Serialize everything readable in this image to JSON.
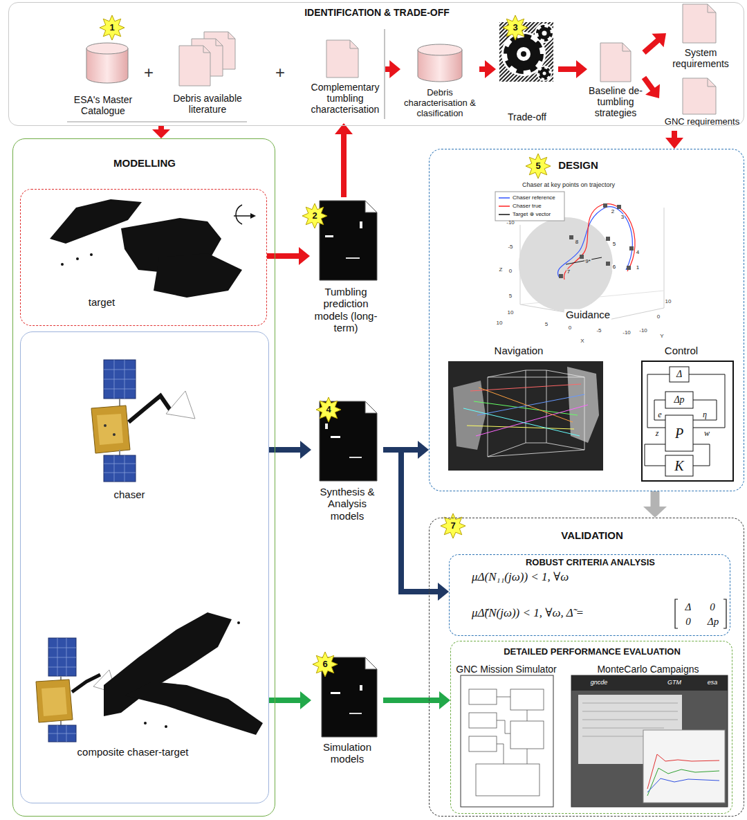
{
  "diagram": {
    "nodes": [
      {
        "text": [
          "IDENTIFICATION & TRADE-OFF"
        ]
      },
      {
        "text": [
          "ESA's Master Catalogue"
        ],
        "in": 0
      },
      {
        "text": [
          "Debris available literature"
        ],
        "in": 0
      },
      {
        "text": [
          "Complementary tumbling characterisation"
        ],
        "in": 0
      },
      {
        "text": [
          "Debris characterisation & clasification"
        ],
        "in": 0
      },
      {
        "text": [
          "Trade-off"
        ],
        "in": 0
      },
      {
        "text": [
          "Baseline de-tumbling strategies"
        ],
        "in": 0
      },
      {
        "text": [
          "System requirements"
        ],
        "in": 0
      },
      {
        "text": [
          "GNC requirements"
        ],
        "in": 0
      },
      {
        "text": [
          "MODELLING"
        ]
      },
      {
        "text": [
          "target"
        ],
        "in": 9
      },
      {
        "text": [
          "chaser",
          "composite chaser-target"
        ],
        "in": 9
      },
      {
        "text": [
          "Tumbling prediction models (long-term)"
        ]
      },
      {
        "text": [
          "Synthesis & Analysis models"
        ]
      },
      {
        "text": [
          "Simulation models"
        ]
      },
      {
        "text": [
          "DESIGN"
        ]
      },
      {
        "text": [
          "VALIDATION"
        ]
      },
      {
        "text": [
          "ROBUST CRITERIA ANALYSIS",
          "μΔ(N₁₁(jω)) < 1, ∀ω",
          "μΔ̃(N(jω)) < 1, ∀ω, Δ̃ ="
        ],
        "in": 16
      },
      {
        "text": [
          "DETAILED PERFORMANCE EVALUATION",
          "GNC Mission Simulator",
          "MonteCarlo Campaigns"
        ],
        "in": 16
      }
    ],
    "edges": [
      {
        "from": 0,
        "to": 9,
        "arrow": "to"
      },
      {
        "from": 10,
        "to": 12,
        "arrow": "to"
      },
      {
        "from": 12,
        "to": 3,
        "arrow": "to"
      },
      {
        "from": 3,
        "to": 4,
        "arrow": "to"
      },
      {
        "from": 4,
        "to": 5,
        "arrow": "to"
      },
      {
        "from": 5,
        "to": 6,
        "arrow": "to"
      },
      {
        "from": 6,
        "to": 7,
        "arrow": "to"
      },
      {
        "from": 6,
        "to": 8,
        "arrow": "to"
      },
      {
        "from": 8,
        "to": 15,
        "arrow": "to"
      },
      {
        "from": 11,
        "to": 13,
        "arrow": "to"
      },
      {
        "from": 13,
        "to": 15,
        "arrow": "to"
      },
      {
        "from": 13,
        "to": 17,
        "arrow": "to"
      },
      {
        "from": 15,
        "to": 16,
        "arrow": "to"
      },
      {
        "from": 11,
        "to": 14,
        "arrow": "to"
      },
      {
        "from": 14,
        "to": 18,
        "arrow": "to"
      }
    ],
    "labels": [
      "1",
      "+",
      "+",
      "3",
      "2",
      "4",
      "6",
      "5",
      "7",
      "Chaser at key points on trajectory",
      "Z",
      "-10",
      "-5",
      "0",
      "5",
      "10",
      "10",
      "5",
      "0",
      "-5",
      "-10",
      "X",
      "10",
      "0",
      "-10",
      "Y",
      "2",
      "3",
      "4",
      "1",
      "5",
      "6",
      "8",
      "9*",
      "7",
      "Guidance",
      "Navigation",
      "Control",
      "Δ",
      "Δp",
      "P",
      "K",
      "z",
      "e",
      "w",
      "η",
      "Δ",
      "0",
      "0",
      "Δp",
      "gncde",
      "GTM",
      "esa"
    ],
    "legend": [
      {
        "text": "Chaser reference"
      },
      {
        "text": "Chaser true"
      },
      {
        "text": "Target ⊕ vector"
      }
    ]
  }
}
